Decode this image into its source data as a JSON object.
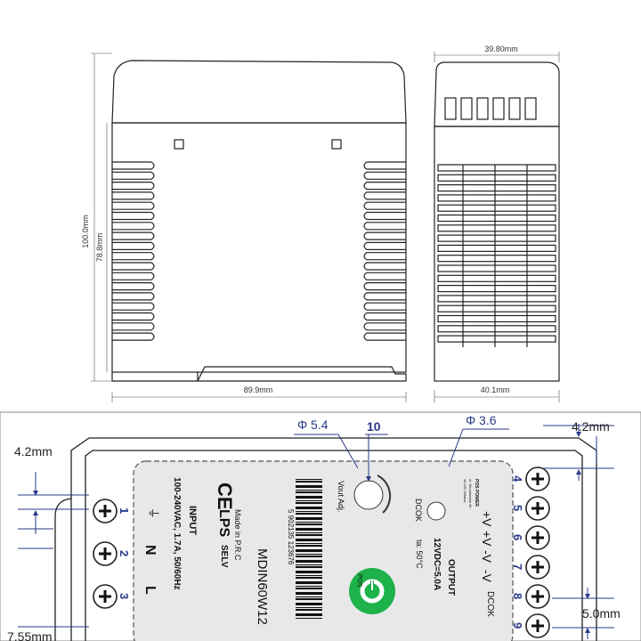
{
  "top_drawing": {
    "dim_total_height": "100.0mm",
    "dim_inner_height": "78.8mm",
    "dim_front_width": "89.9mm",
    "dim_side_top_width": "39.80mm",
    "dim_side_bottom_width": "40.1mm"
  },
  "bottom_drawing": {
    "callout_hole_large": "Φ 5.4",
    "callout_center": "10",
    "callout_hole_small": "Φ 3.6",
    "dim_top_right": "4.2mm",
    "dim_top_left": "4.2mm",
    "dim_pitch": "5.0mm",
    "dim_bottom_left": "7.55mm",
    "input_terminals": [
      "1",
      "2",
      "3"
    ],
    "input_terminal_marks": [
      "⏚",
      "N",
      "L"
    ],
    "output_terminals": [
      "4",
      "5",
      "6",
      "7",
      "8",
      "9"
    ],
    "label": {
      "ce": "CE",
      "lps": "LPS",
      "selv": "SELV",
      "made_in": "Made in P.R.C",
      "input_title": "INPUT",
      "input_spec": "100-240VAC, 1.7A, 50/60Hz",
      "model": "MDIN60W12",
      "barcode_number": "5 902135 123676",
      "vout_adj": "Vout Adj.",
      "dcok_led": "DCOK",
      "output_title": "OUTPUT",
      "output_spec": "12VDC=5.0A",
      "ta": "ta: 50°C",
      "company": "POS POWER",
      "company_lines": [
        "ul. Wrocławska 40",
        "44-120 Gliwice"
      ],
      "terminals_out": [
        "+V",
        "+V",
        "-V",
        "-V"
      ],
      "dcok_terminal": "DCOK",
      "logo_text": "POS"
    }
  },
  "colors": {
    "line": "#222222",
    "dimension_blue": "#2a3a8a",
    "label_fill": "#e8e8e8",
    "logo_green": "#1db24a"
  }
}
